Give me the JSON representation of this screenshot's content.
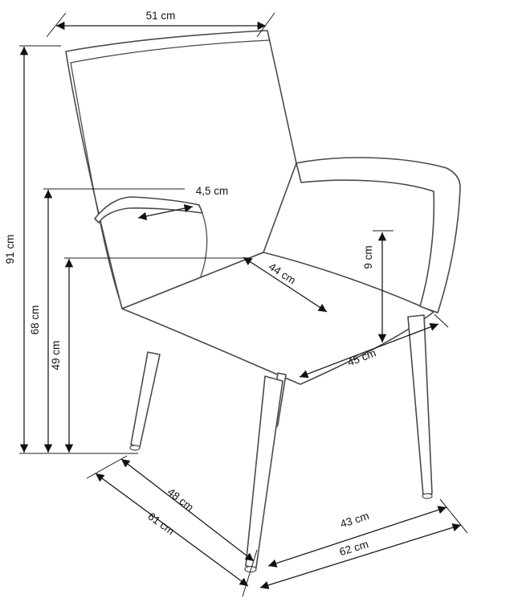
{
  "diagram": {
    "subject": "armchair dimension drawing",
    "unit": "cm",
    "labels": {
      "back_width": "51 cm",
      "total_height": "91 cm",
      "armrest_height": "68 cm",
      "seat_height": "49 cm",
      "armrest_thickness": "4,5 cm",
      "seat_depth": "44 cm",
      "cushion_thickness": "9 cm",
      "seat_width": "45 cm",
      "base_depth": "48 cm",
      "total_depth": "61 cm",
      "base_width": "43 cm",
      "total_width": "62 cm"
    }
  }
}
